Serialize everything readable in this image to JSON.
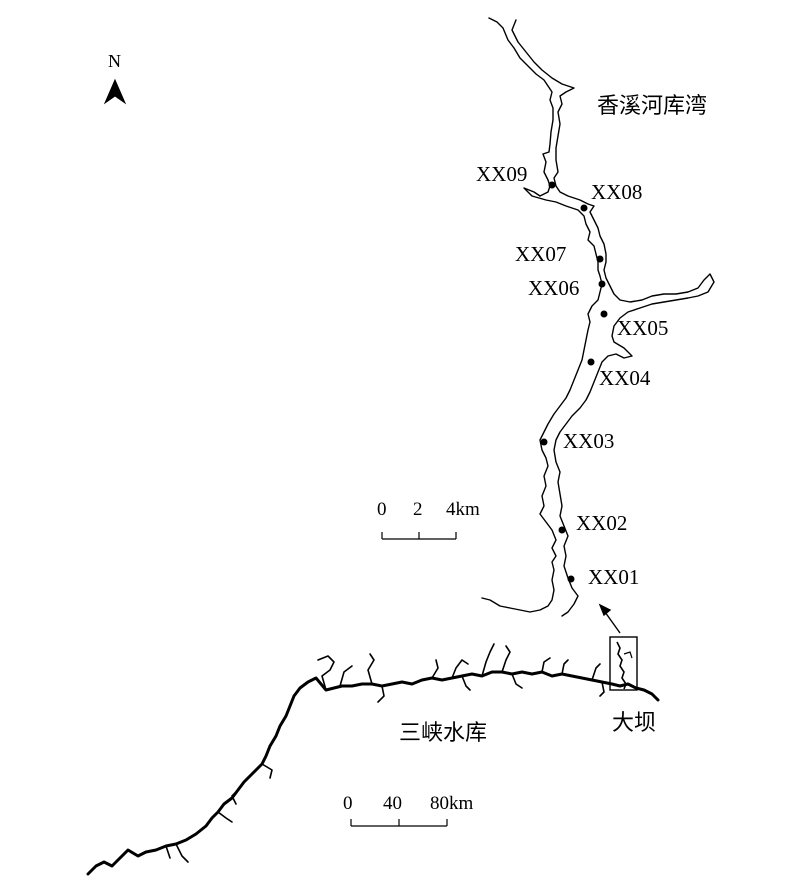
{
  "map": {
    "north_label": "N",
    "north_icon": "north-arrow-icon",
    "title_bay": "香溪河库湾",
    "title_reservoir": "三峡水库",
    "title_dam": "大坝",
    "line_color": "#000000",
    "background": "#ffffff"
  },
  "sites": [
    {
      "id": "XX09"
    },
    {
      "id": "XX08"
    },
    {
      "id": "XX07"
    },
    {
      "id": "XX06"
    },
    {
      "id": "XX05"
    },
    {
      "id": "XX04"
    },
    {
      "id": "XX03"
    },
    {
      "id": "XX02"
    },
    {
      "id": "XX01"
    }
  ],
  "scale_small": {
    "ticks": [
      "0",
      "2",
      "4km"
    ]
  },
  "scale_large": {
    "ticks": [
      "0",
      "40",
      "80km"
    ]
  }
}
